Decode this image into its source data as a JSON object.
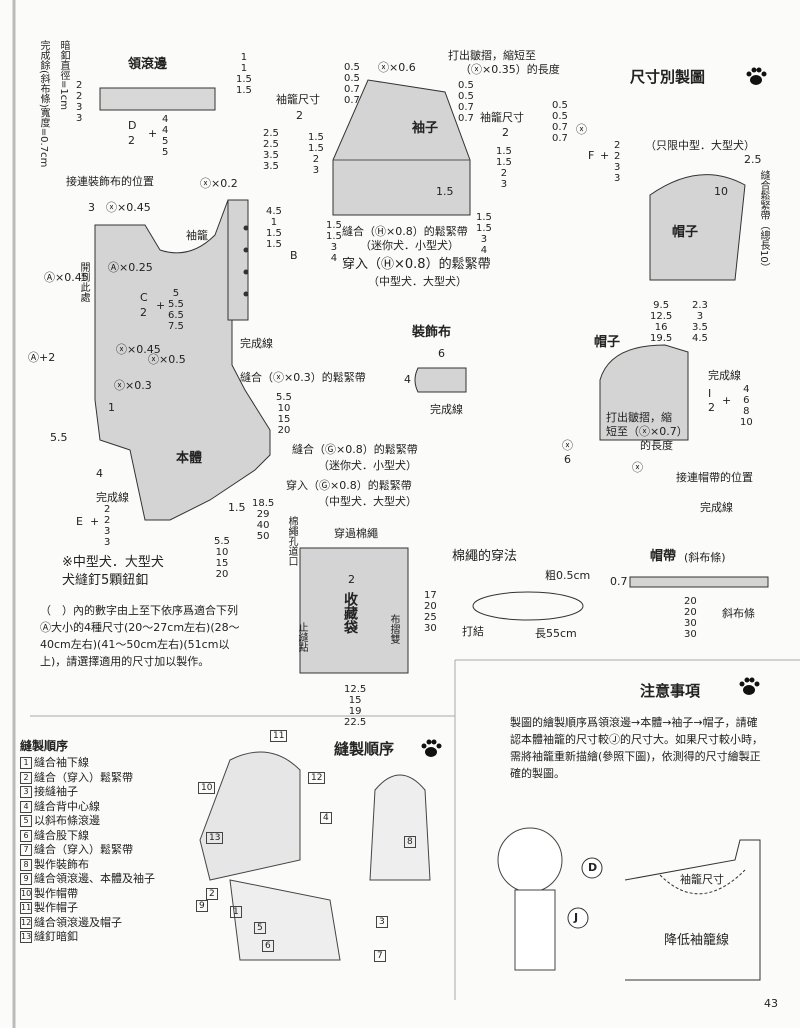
{
  "page_number": "43",
  "header": {
    "title": "尺寸別製圖"
  },
  "collar_binding": {
    "label": "領滾邊",
    "cols": [
      "1\n1\n1.5\n1.5",
      "2\n2\n3\n3"
    ],
    "formula_top": "D",
    "formula_bottom": "2",
    "formula_plus": "+",
    "formula_cols": "4\n4\n5\n5"
  },
  "snap_note": {
    "text": "暗釦直徑=1cm",
    "text2": "完成餘(斜布條)寬度=0.7cm"
  },
  "sleeve": {
    "label": "袖子",
    "gather_note": "打出皺摺，縮短至",
    "gather_note2": "（ⓧ×0.35）的長度",
    "x06": "ⓧ×0.6",
    "cuff_label_left": "袖籠尺寸",
    "cuff_label_right": "袖籠尺寸",
    "half": "2",
    "left_cols": "0.5\n0.5\n0.7\n0.7",
    "right_cols_a": "0.5\n0.5\n0.7\n0.7",
    "right_cols_b": "0.5\n0.5\n0.7\n0.7",
    "side_left": "1.5\n1.5\n2\n3",
    "side_right": "1.5\n1.5\n2\n3",
    "height_cols": "2.5\n2.5\n3.5\n3.5",
    "hem": "1.5",
    "elastic1": "縫合（Ⓗ×0.8）的鬆緊帶",
    "elastic1b": "（迷你犬．小型犬）",
    "elastic2": "穿入（Ⓗ×0.8）的鬆緊帶",
    "elastic2b": "（中型犬．大型犬）",
    "elastic_cols": "1.5\n1.5\n3\n4",
    "elastic_cols_right": "1.5\n1.5\n3\n4",
    "f_formula": "F",
    "f_plus": "+",
    "f_cols": "2\n2\n3\n3",
    "x_mark": "ⓧ"
  },
  "hood_top": {
    "only_note": "（只限中型．大型犬）",
    "label": "帽子",
    "dim1": "2.5",
    "dim2": "10",
    "elastic_note": "縫合鬆緊帶（總長10）"
  },
  "body": {
    "label": "本體",
    "deco_position": "接連裝飾布的位置",
    "x02": "ⓧ×0.2",
    "dim3": "3",
    "x045": "ⓧ×0.45",
    "sleeve_word": "袖籠",
    "a025": "Ⓐ×0.25",
    "a045": "Ⓐ×0.45",
    "open_note": "開到此處",
    "c_formula_top": "C",
    "c_formula_bottom": "2",
    "c_plus": "+",
    "c_cols": "5\n5.5\n6.5\n7.5",
    "side_cols": "4.5\n1\n1.5\n1.5",
    "b_label": "B",
    "finish_line": "完成線",
    "x045b": "ⓧ×0.45",
    "x05": "ⓧ×0.5",
    "x03": "ⓧ×0.3",
    "elastic_mid": "縫合（ⓧ×0.3）的鬆緊帶",
    "a_plus2": "Ⓐ+2",
    "num1": "1",
    "right_cols": "5.5\n10\n15\n20",
    "dim55": "5.5",
    "dim4": "4",
    "g1": "縫合（Ⓖ×0.8）的鬆緊帶",
    "g1b": "（迷你犬．小型犬）",
    "g2": "穿入（Ⓖ×0.8）的鬆緊帶",
    "g2b": "（中型犬．大型犬）",
    "finish_line2": "完成線",
    "e_formula": "E",
    "e_plus": "+",
    "e_cols": "2\n2\n3\n3",
    "dim15": "1.5",
    "bottom_cols": "18.5\n29\n40\n50",
    "bottom_cols2": "5.5\n10\n15\n20",
    "note_large": "※中型犬．大型犬",
    "note_large2": "犬縫釘5顆鈕釦",
    "size_note": "（　）內的數字由上至下依序爲適合下列Ⓐ大小的4種尺寸(20～27cm左右)(28～40cm左右)(41～50cm左右)(51cm以上)，請選擇適用的尺寸加以製作。"
  },
  "decoration": {
    "label": "裝飾布",
    "w": "6",
    "h": "4",
    "finish": "完成線"
  },
  "hood": {
    "label": "帽子",
    "cols_a": "9.5\n12.5\n16\n19.5",
    "cols_b": "2.3\n3\n3.5\n4.5",
    "finish": "完成線",
    "gather": "打出皺摺，縮",
    "gather2": "短至（ⓧ×0.7）",
    "gather3": "的長度",
    "formula_top": "I",
    "formula_bottom": "2",
    "plus": "+",
    "cols_c": "4\n6\n8\n10",
    "x6_top": "ⓧ",
    "x6_bottom": "6",
    "x_mark": "ⓧ",
    "strap_pos": "接連帽帶的位置",
    "finish2": "完成線"
  },
  "bag": {
    "cord_label": "棉繩孔道口",
    "pass_cord": "穿過棉繩",
    "dim2": "2",
    "label": "收藏袋",
    "fold": "布摺雙",
    "stitch_point": "止縫點",
    "side_cols": "17\n20\n25\n30",
    "bottom_cols": "12.5\n15\n19\n22.5"
  },
  "cord": {
    "label": "棉繩的穿法",
    "thickness": "粗0.5cm",
    "knot": "打結",
    "length": "長55cm"
  },
  "strap": {
    "label": "帽帶",
    "sub": "(斜布條)",
    "left": "0.7",
    "cols": "20\n20\n30\n30",
    "bias": "斜布條"
  },
  "sewing": {
    "title": "縫製順序",
    "steps_header": "縫製順序",
    "steps": [
      {
        "n": "1",
        "text": "縫合袖下線"
      },
      {
        "n": "2",
        "text": "縫合（穿入）鬆緊帶"
      },
      {
        "n": "3",
        "text": "接縫袖子"
      },
      {
        "n": "4",
        "text": "縫合背中心線"
      },
      {
        "n": "5",
        "text": "以斜布條滾邊"
      },
      {
        "n": "6",
        "text": "縫合股下線"
      },
      {
        "n": "7",
        "text": "縫合（穿入）鬆緊帶"
      },
      {
        "n": "8",
        "text": "製作裝飾布"
      },
      {
        "n": "9",
        "text": "縫合領滾邊、本體及袖子"
      },
      {
        "n": "10",
        "text": "製作帽帶"
      },
      {
        "n": "11",
        "text": "製作帽子"
      },
      {
        "n": "12",
        "text": "縫合領滾邊及帽子"
      },
      {
        "n": "13",
        "text": "縫釘暗釦"
      }
    ],
    "callouts": [
      "11",
      "10",
      "12",
      "13",
      "4",
      "9",
      "2",
      "1",
      "5",
      "6",
      "3",
      "7",
      "8"
    ]
  },
  "notes": {
    "title": "注意事項",
    "text": "製圖的繪製順序爲領滾邊→本體→袖子→帽子，請確認本體袖籠的尺寸較Ⓙ的尺寸大。如果尺寸較小時，需將袖籠重新描繪(參照下圖)，依測得的尺寸繪製正確的製圖。",
    "d_label": "D",
    "j_label": "J",
    "armhole": "袖籠尺寸",
    "lower": "降低袖籠線"
  },
  "colors": {
    "shade": "#d2d2d2",
    "ink": "#222222",
    "paper": "#fbfbf9"
  }
}
